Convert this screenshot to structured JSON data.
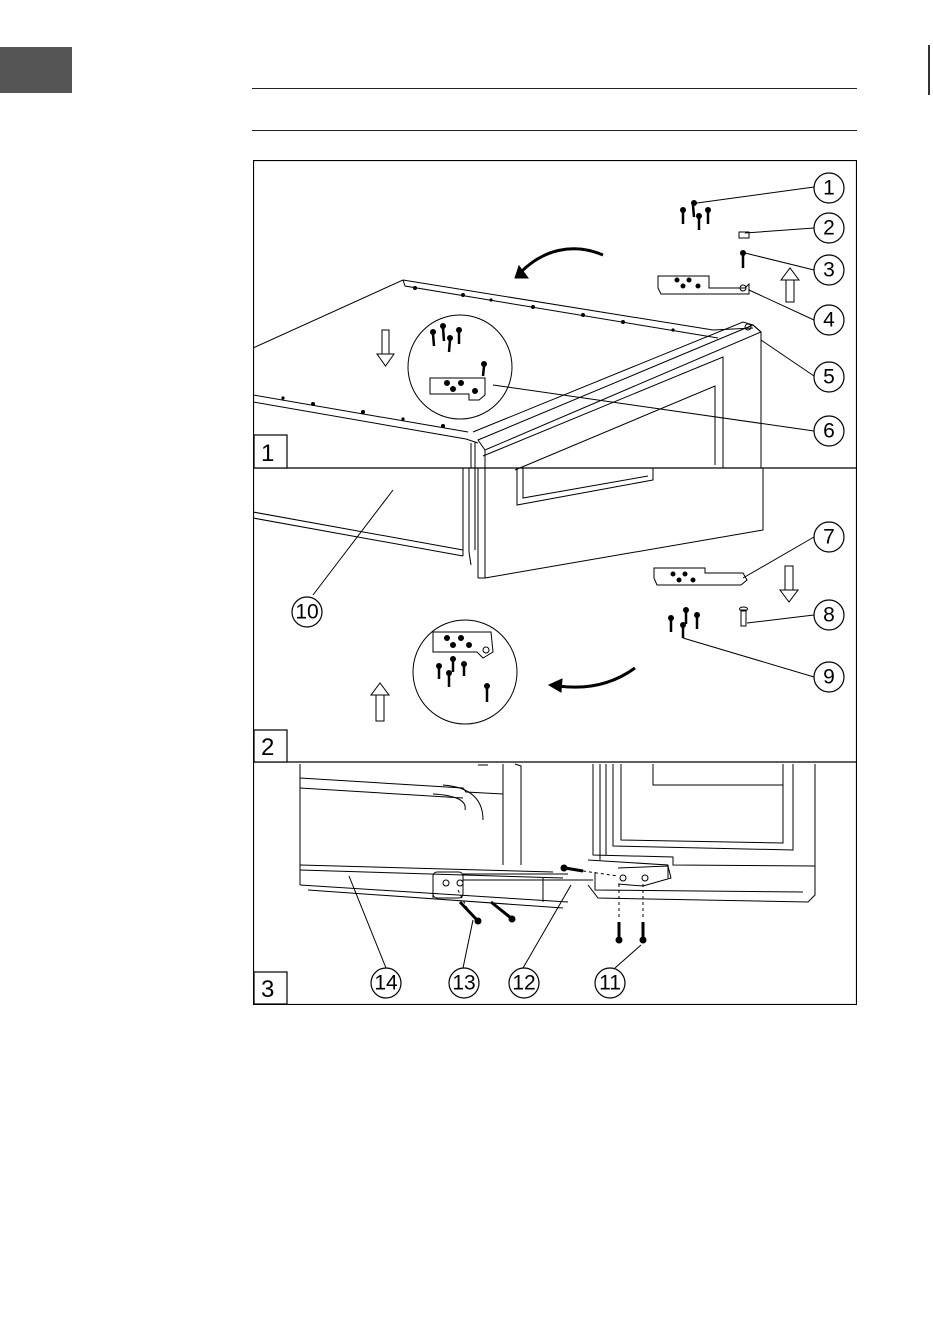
{
  "steps": [
    {
      "label": "1",
      "callouts": [
        "1",
        "2",
        "3",
        "4",
        "5",
        "6"
      ]
    },
    {
      "label": "2",
      "callouts": [
        "7",
        "8",
        "9",
        "10"
      ]
    },
    {
      "label": "3",
      "callouts": [
        "11",
        "12",
        "13",
        "14"
      ]
    }
  ]
}
